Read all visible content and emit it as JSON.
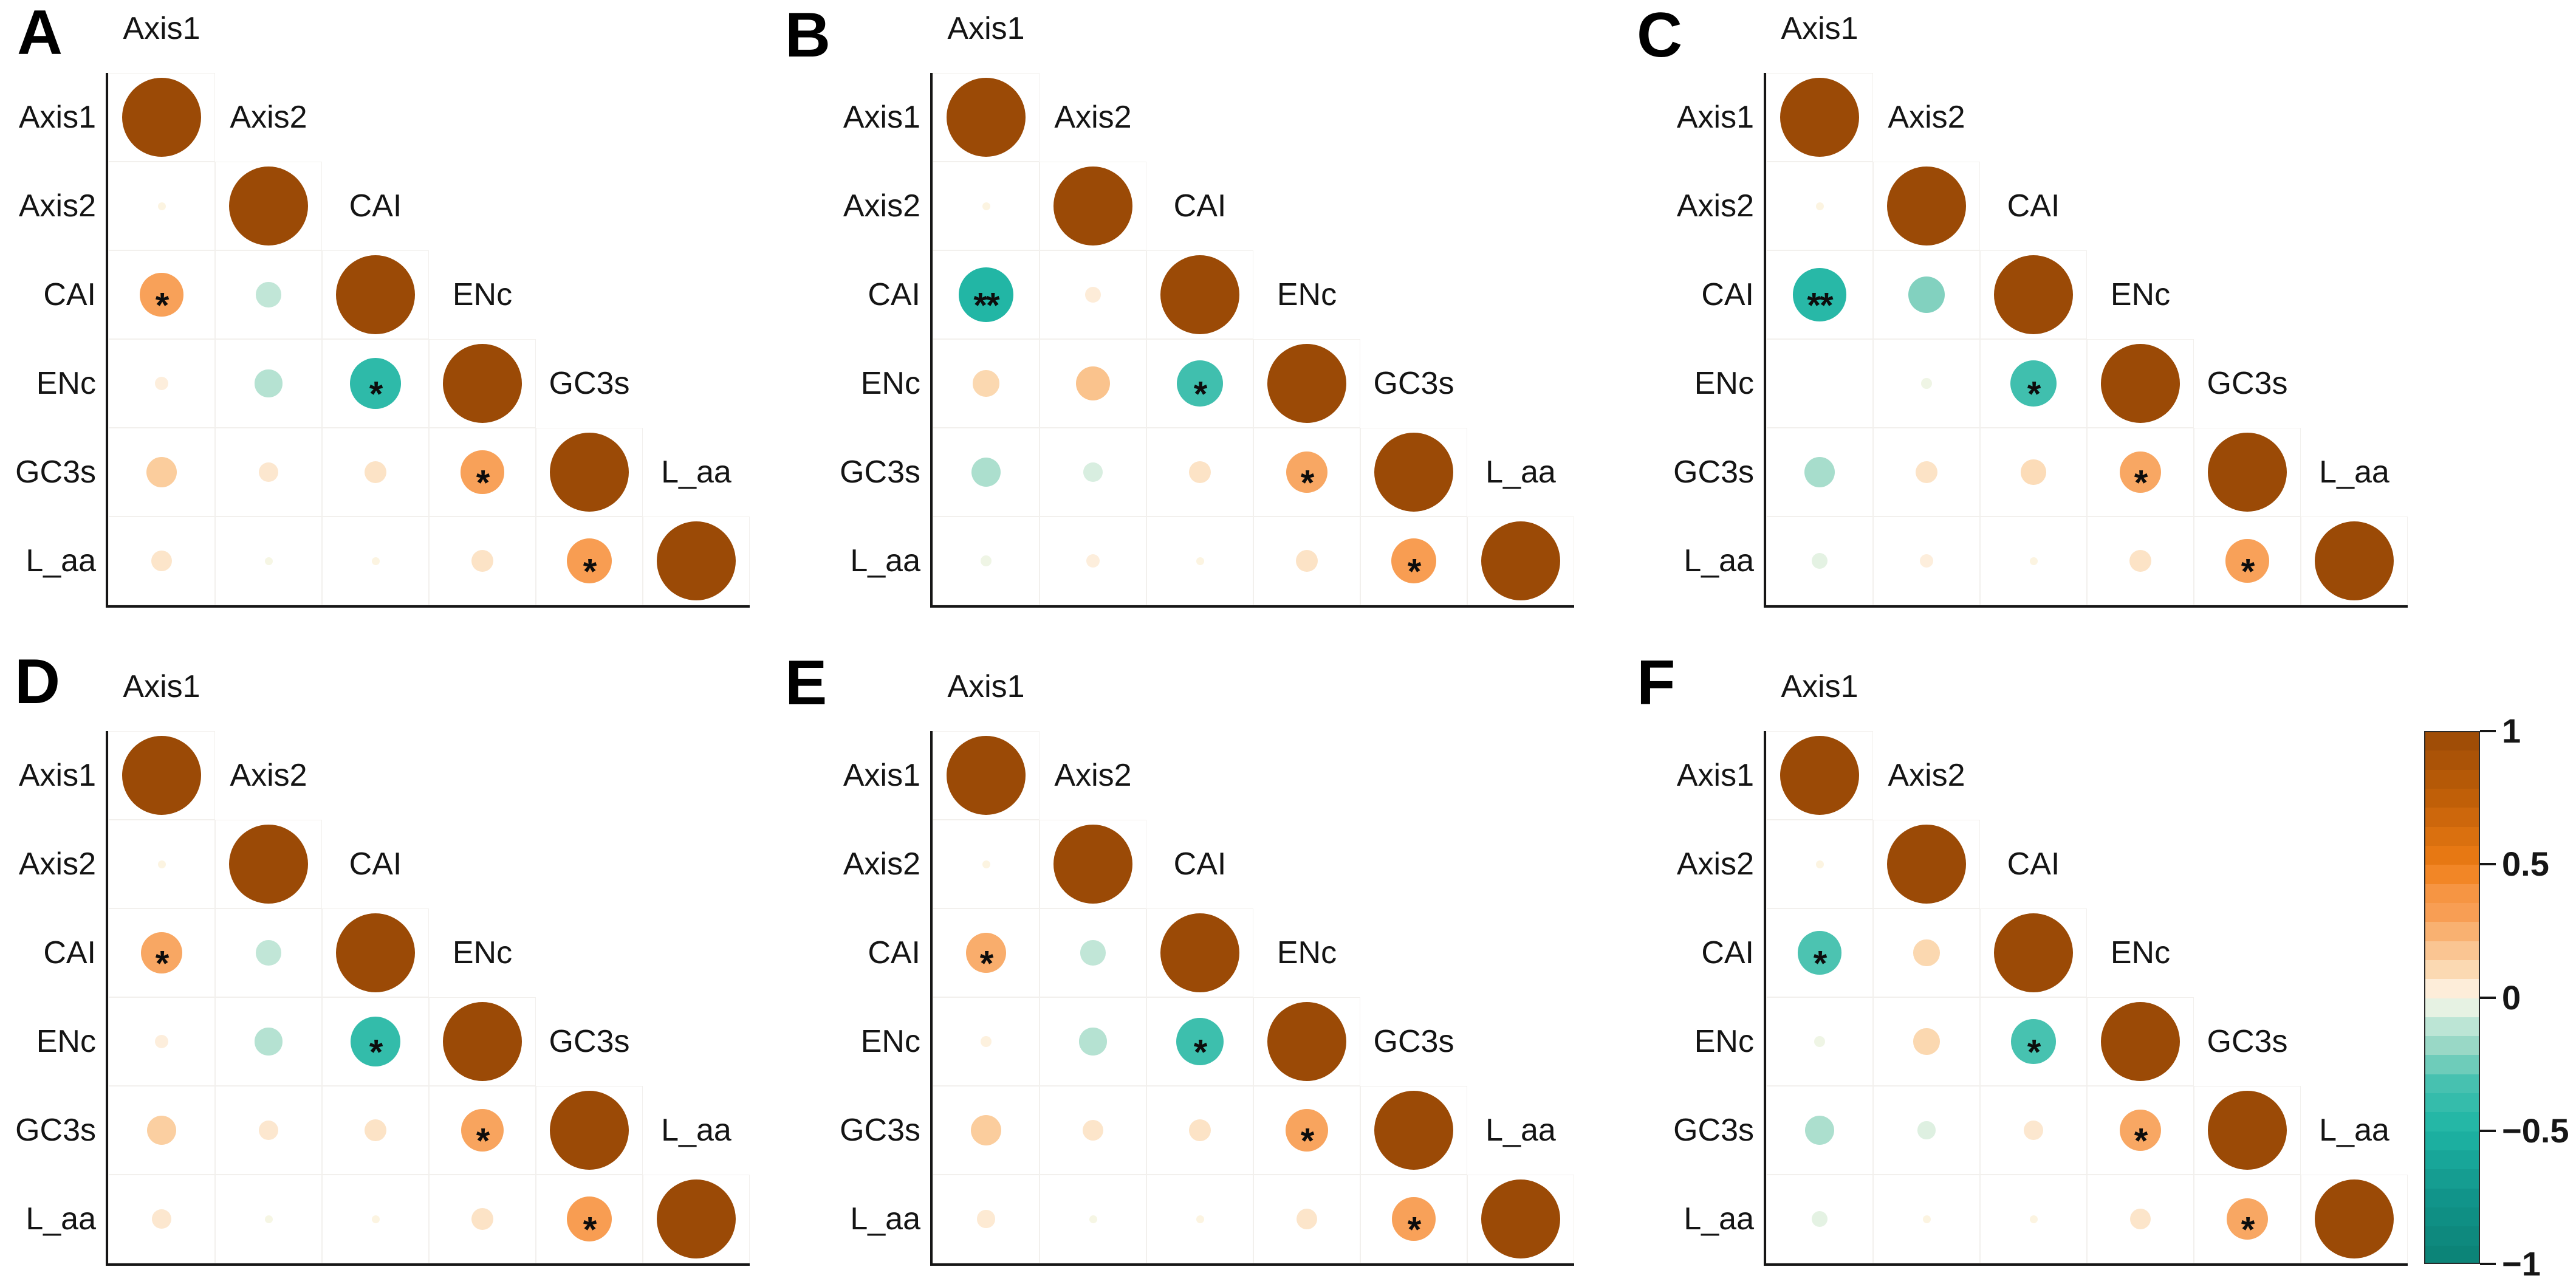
{
  "figure": {
    "background": "#ffffff",
    "text_color": "#141414",
    "axis_color": "#161616",
    "gridline_color": "#f2f0ed"
  },
  "chart_data": {
    "type": "heatmap",
    "subtype": "correlation-bubble-matrix-grid",
    "description": "Six lower-triangular correlation matrices (panels A-F); circle area and color encode correlation coefficient, asterisks mark significance",
    "variables": [
      "Axis1",
      "Axis2",
      "CAI",
      "ENc",
      "GC3s",
      "L_aa"
    ],
    "diagonal_value": 1,
    "scale": {
      "min": -1,
      "max": 1
    },
    "legend_position": "right of panel F",
    "grid": "faint cell gridlines, left and bottom black axis lines only",
    "palette_stops": [
      [
        -1.0,
        "#0b8175"
      ],
      [
        -0.75,
        "#11948a"
      ],
      [
        -0.5,
        "#1eb4a4"
      ],
      [
        -0.42,
        "#2ebaa9"
      ],
      [
        -0.3,
        "#4cc3b1"
      ],
      [
        -0.2,
        "#8fd5c2"
      ],
      [
        -0.12,
        "#b5e2d2"
      ],
      [
        -0.06,
        "#d8eee0"
      ],
      [
        -0.02,
        "#eff5e5"
      ],
      [
        0.0,
        "#fcf7e3"
      ],
      [
        0.03,
        "#fdeedc"
      ],
      [
        0.08,
        "#fce3c6"
      ],
      [
        0.12,
        "#fbd4a9"
      ],
      [
        0.2,
        "#fac089"
      ],
      [
        0.3,
        "#f8a159"
      ],
      [
        0.42,
        "#f6923c"
      ],
      [
        0.5,
        "#ee7c15"
      ],
      [
        0.75,
        "#c05f08"
      ],
      [
        1.0,
        "#9b4a06"
      ]
    ],
    "panels": [
      {
        "label": "A",
        "values": [
          [
            0.01
          ],
          [
            0.3,
            -0.1
          ],
          [
            0.03,
            -0.12,
            -0.42
          ],
          [
            0.15,
            0.06,
            0.08,
            0.3
          ],
          [
            0.07,
            -0.01,
            0.01,
            0.08,
            0.33
          ]
        ],
        "sig": [
          [
            ""
          ],
          [
            "*",
            ""
          ],
          [
            "",
            "",
            "*"
          ],
          [
            "",
            "",
            "",
            "*"
          ],
          [
            "",
            "",
            "",
            "",
            "*"
          ]
        ]
      },
      {
        "label": "B",
        "values": [
          [
            0.01
          ],
          [
            -0.48,
            0.04
          ],
          [
            0.11,
            0.19,
            -0.35
          ],
          [
            -0.14,
            -0.06,
            0.08,
            0.28
          ],
          [
            -0.02,
            0.03,
            0.01,
            0.08,
            0.33
          ]
        ],
        "sig": [
          [
            ""
          ],
          [
            "**",
            ""
          ],
          [
            "",
            "",
            "*"
          ],
          [
            "",
            "",
            "",
            "*"
          ],
          [
            "",
            "",
            "",
            "",
            "*"
          ]
        ]
      },
      {
        "label": "C",
        "values": [
          [
            0.01
          ],
          [
            -0.45,
            -0.22
          ],
          [
            0.0,
            -0.02,
            -0.35
          ],
          [
            -0.15,
            0.08,
            0.1,
            0.28
          ],
          [
            -0.04,
            0.03,
            0.01,
            0.08,
            0.3
          ]
        ],
        "sig": [
          [
            ""
          ],
          [
            "**",
            ""
          ],
          [
            "",
            "",
            "*"
          ],
          [
            "",
            "",
            "",
            "*"
          ],
          [
            "",
            "",
            "",
            "",
            "*"
          ]
        ]
      },
      {
        "label": "D",
        "values": [
          [
            0.01
          ],
          [
            0.28,
            -0.1
          ],
          [
            0.03,
            -0.12,
            -0.4
          ],
          [
            0.14,
            0.06,
            0.08,
            0.29
          ],
          [
            0.06,
            -0.01,
            0.01,
            0.08,
            0.33
          ]
        ],
        "sig": [
          [
            ""
          ],
          [
            "*",
            ""
          ],
          [
            "",
            "",
            "*"
          ],
          [
            "",
            "",
            "",
            "*"
          ],
          [
            "",
            "",
            "",
            "",
            "*"
          ]
        ]
      },
      {
        "label": "E",
        "values": [
          [
            0.01
          ],
          [
            0.26,
            -0.1
          ],
          [
            0.02,
            -0.12,
            -0.36
          ],
          [
            0.15,
            0.07,
            0.08,
            0.29
          ],
          [
            0.05,
            -0.01,
            0.01,
            0.07,
            0.3
          ]
        ],
        "sig": [
          [
            ""
          ],
          [
            "*",
            ""
          ],
          [
            "",
            "",
            "*"
          ],
          [
            "",
            "",
            "",
            "*"
          ],
          [
            "",
            "",
            "",
            "",
            "*"
          ]
        ]
      },
      {
        "label": "F",
        "values": [
          [
            0.01
          ],
          [
            -0.3,
            0.11
          ],
          [
            -0.02,
            0.11,
            -0.32
          ],
          [
            -0.14,
            -0.05,
            0.06,
            0.28
          ],
          [
            -0.04,
            0.01,
            0.01,
            0.07,
            0.28
          ]
        ],
        "sig": [
          [
            ""
          ],
          [
            "*",
            ""
          ],
          [
            "",
            "",
            "*"
          ],
          [
            "",
            "",
            "",
            "*"
          ],
          [
            "",
            "",
            "",
            "",
            "*"
          ]
        ]
      }
    ],
    "colorbar": {
      "min": -1,
      "max": 1,
      "ticks": [
        {
          "value": 1,
          "label": "1"
        },
        {
          "value": 0.5,
          "label": "0.5"
        },
        {
          "value": 0,
          "label": "0"
        },
        {
          "value": -0.5,
          "label": "−0.5"
        },
        {
          "value": -1,
          "label": "−1"
        }
      ]
    }
  }
}
